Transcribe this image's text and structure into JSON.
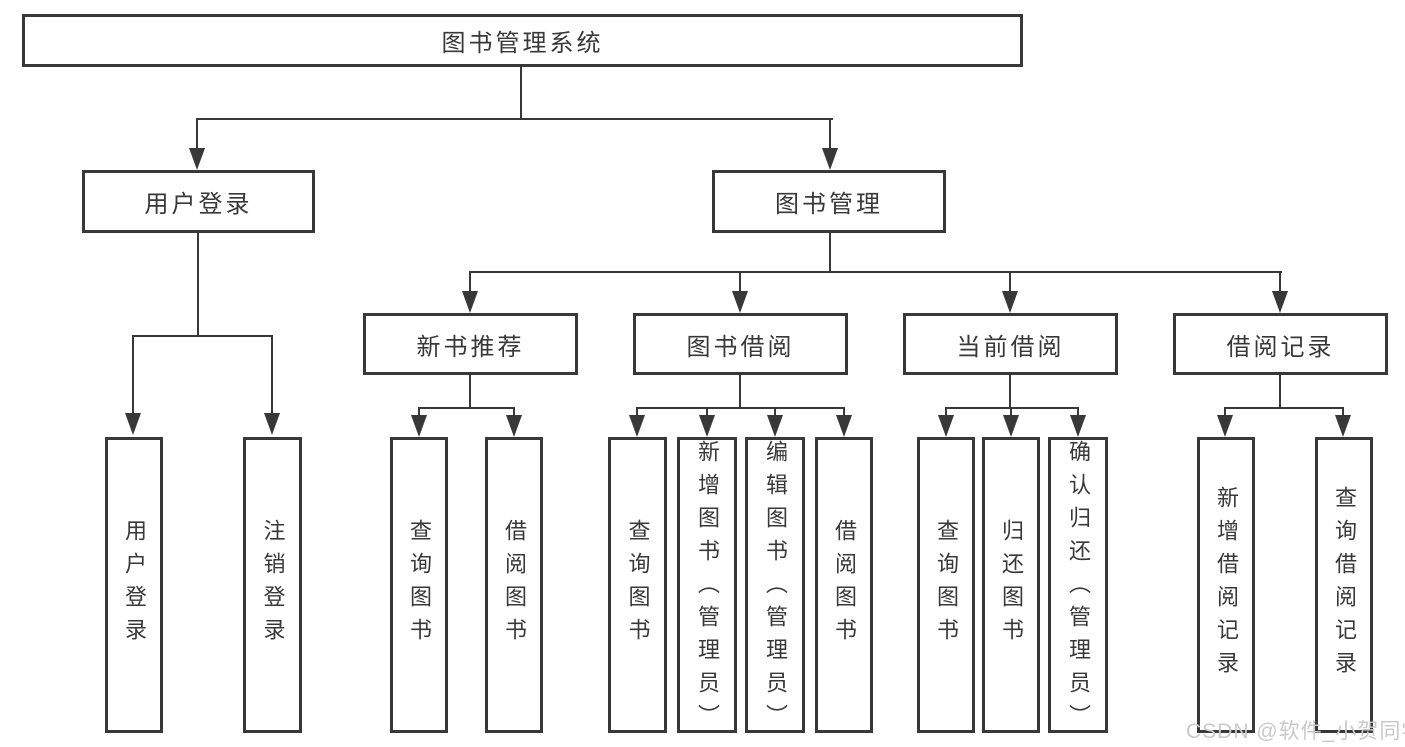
{
  "diagram": {
    "root": {
      "label": "图书管理系统"
    },
    "branches": [
      {
        "label": "用户登录",
        "leaves": [
          {
            "label": "用户登录"
          },
          {
            "label": "注销登录"
          }
        ]
      },
      {
        "label": "图书管理",
        "groups": [
          {
            "label": "新书推荐",
            "leaves": [
              {
                "label": "查询图书"
              },
              {
                "label": "借阅图书"
              }
            ]
          },
          {
            "label": "图书借阅",
            "leaves": [
              {
                "label": "查询图书"
              },
              {
                "label": "新增图书（管理员）"
              },
              {
                "label": "编辑图书（管理员）"
              },
              {
                "label": "借阅图书"
              }
            ]
          },
          {
            "label": "当前借阅",
            "leaves": [
              {
                "label": "查询图书"
              },
              {
                "label": "归还图书"
              },
              {
                "label": "确认归还（管理员）"
              }
            ]
          },
          {
            "label": "借阅记录",
            "leaves": [
              {
                "label": "新增借阅记录"
              },
              {
                "label": "查询借阅记录"
              }
            ]
          }
        ]
      }
    ]
  },
  "watermark": {
    "text": "CSDN @软件_小贺同学"
  },
  "colors": {
    "line": "#383838",
    "box_border": "#383838",
    "text": "#383838",
    "watermark": "#c9c9c9",
    "background": "#ffffff"
  }
}
